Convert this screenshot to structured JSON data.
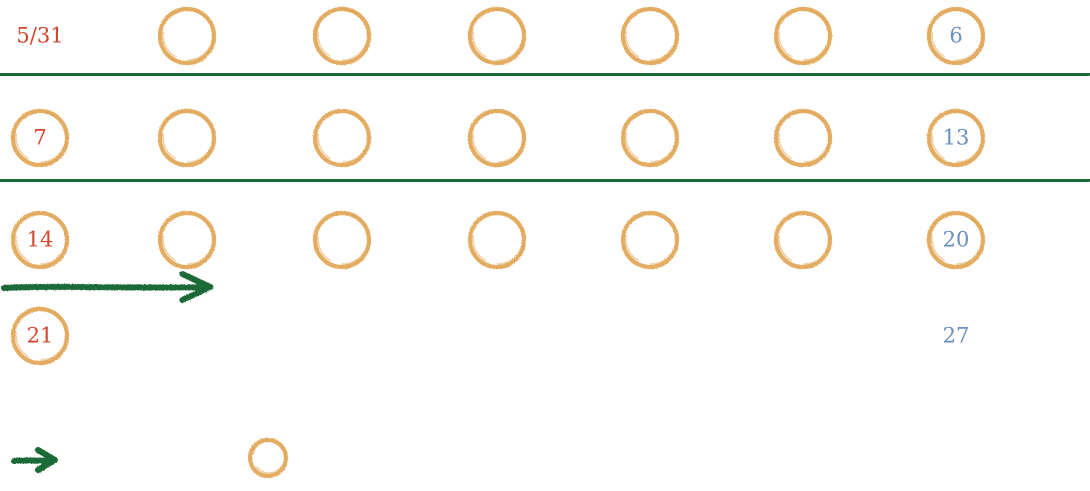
{
  "colors": {
    "circle": "#e2a85a",
    "line": "#1e6b39",
    "weekend_start": "#d2452c",
    "weekend_end": "#6b8fc0"
  },
  "weeks": [
    {
      "start_label": "5/31",
      "end_label": "6",
      "days": [
        {
          "circled": false,
          "label": "5/31",
          "tone": "weekend_start"
        },
        {
          "circled": true,
          "label": "",
          "tone": ""
        },
        {
          "circled": true,
          "label": "",
          "tone": ""
        },
        {
          "circled": true,
          "label": "",
          "tone": ""
        },
        {
          "circled": true,
          "label": "",
          "tone": ""
        },
        {
          "circled": true,
          "label": "",
          "tone": ""
        },
        {
          "circled": true,
          "label": "6",
          "tone": "weekend_end"
        }
      ],
      "divider": "line"
    },
    {
      "days": [
        {
          "circled": true,
          "label": "7",
          "tone": "weekend_start"
        },
        {
          "circled": true,
          "label": "",
          "tone": ""
        },
        {
          "circled": true,
          "label": "",
          "tone": ""
        },
        {
          "circled": true,
          "label": "",
          "tone": ""
        },
        {
          "circled": true,
          "label": "",
          "tone": ""
        },
        {
          "circled": true,
          "label": "",
          "tone": ""
        },
        {
          "circled": true,
          "label": "13",
          "tone": "weekend_end"
        }
      ],
      "divider": "line"
    },
    {
      "days": [
        {
          "circled": true,
          "label": "14",
          "tone": "weekend_start"
        },
        {
          "circled": true,
          "label": "",
          "tone": ""
        },
        {
          "circled": true,
          "label": "",
          "tone": ""
        },
        {
          "circled": true,
          "label": "",
          "tone": ""
        },
        {
          "circled": true,
          "label": "",
          "tone": ""
        },
        {
          "circled": true,
          "label": "",
          "tone": ""
        },
        {
          "circled": true,
          "label": "20",
          "tone": "weekend_end"
        }
      ],
      "divider": "arrow",
      "divider_progress": 0.19
    },
    {
      "days": [
        {
          "circled": true,
          "label": "21",
          "tone": "weekend_start"
        },
        {
          "circled": false,
          "label": "",
          "tone": ""
        },
        {
          "circled": false,
          "label": "",
          "tone": ""
        },
        {
          "circled": false,
          "label": "",
          "tone": ""
        },
        {
          "circled": false,
          "label": "",
          "tone": ""
        },
        {
          "circled": false,
          "label": "",
          "tone": ""
        },
        {
          "circled": false,
          "label": "27",
          "tone": "weekend_end"
        }
      ],
      "divider": "none"
    }
  ],
  "legend": {
    "arrow_icon": "arrow-right-icon",
    "circle_icon": "circle-icon"
  }
}
